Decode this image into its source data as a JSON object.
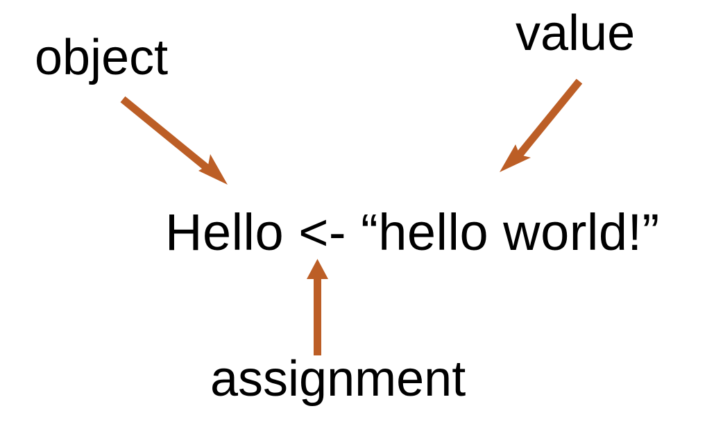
{
  "diagram": {
    "background_color": "#ffffff",
    "text_color": "#000000",
    "arrow_color": "#BC5E26",
    "code": {
      "full_text": "Hello <- “hello world!”",
      "object_name": "Hello",
      "operator": "<-",
      "value_literal": "“hello world!”"
    },
    "annotations": [
      {
        "id": "object",
        "label": "object",
        "points_to": "Hello",
        "arrow_direction": "down-right"
      },
      {
        "id": "value",
        "label": "value",
        "points_to": "“hello world!”",
        "arrow_direction": "down-left"
      },
      {
        "id": "assignment",
        "label": "assignment",
        "points_to": "<-",
        "arrow_direction": "up"
      }
    ]
  }
}
